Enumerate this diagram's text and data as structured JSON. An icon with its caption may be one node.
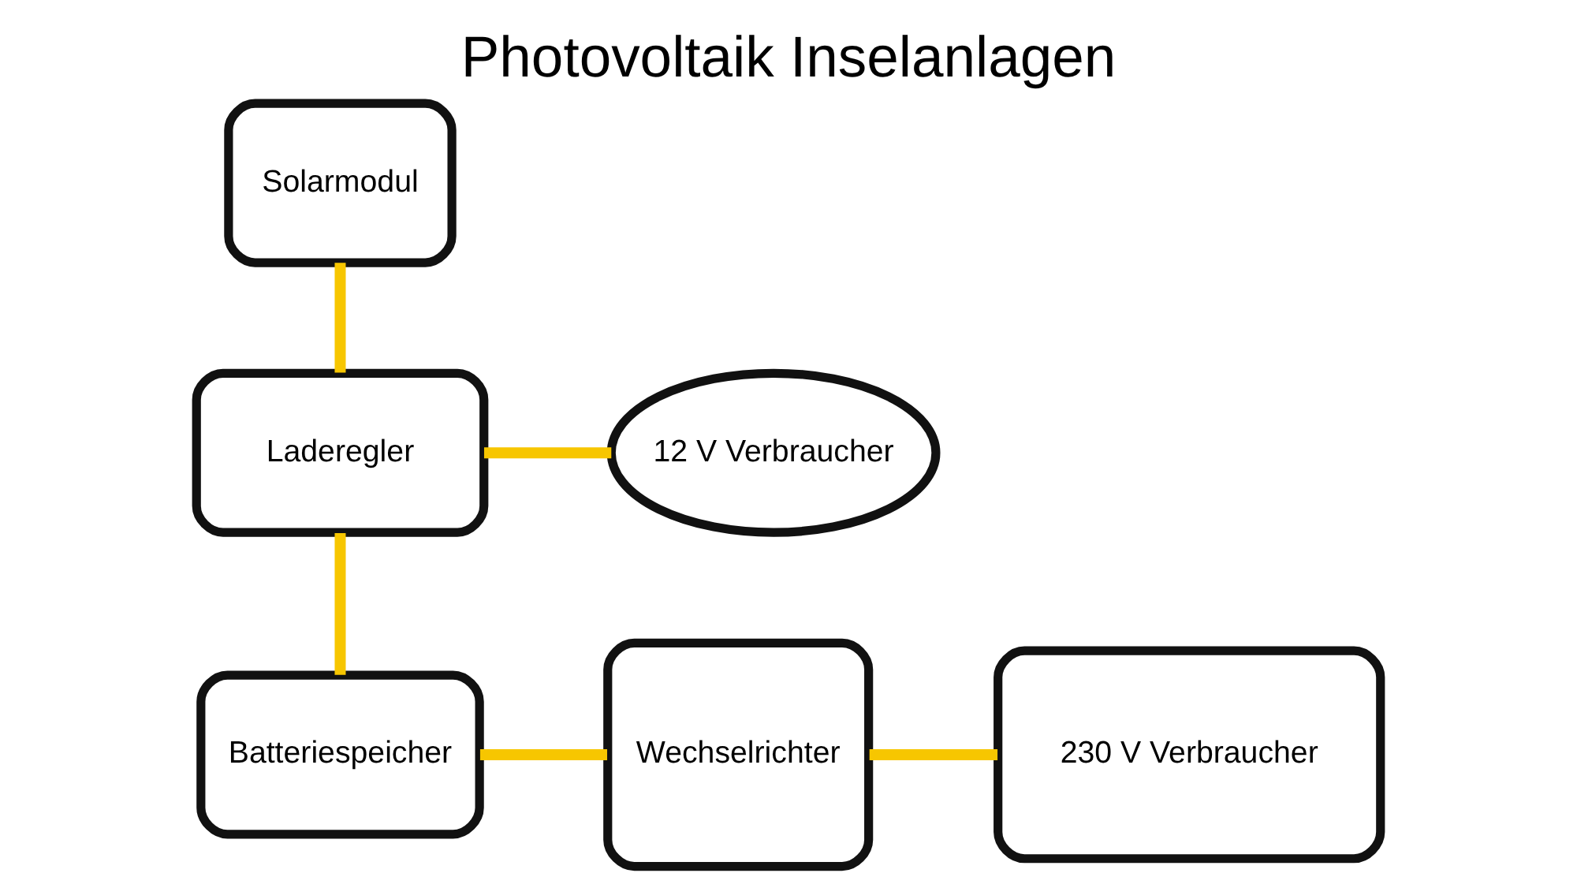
{
  "diagram": {
    "title": "Photovoltaik Inselanlagen",
    "nodes": [
      {
        "text": [
          "Solarmodul"
        ]
      },
      {
        "text": [
          "Laderegler"
        ]
      },
      {
        "text": [
          "12 V Verbraucher"
        ]
      },
      {
        "text": [
          "Batteriespeicher"
        ]
      },
      {
        "text": [
          "Wechselrichter"
        ]
      },
      {
        "text": [
          "230 V Verbraucher"
        ]
      }
    ],
    "edges": [
      {
        "from": 0,
        "to": 1,
        "arrow": "none"
      },
      {
        "from": 1,
        "to": 2,
        "arrow": "none"
      },
      {
        "from": 1,
        "to": 3,
        "arrow": "none"
      },
      {
        "from": 3,
        "to": 4,
        "arrow": "none"
      },
      {
        "from": 4,
        "to": 5,
        "arrow": "none"
      }
    ]
  }
}
